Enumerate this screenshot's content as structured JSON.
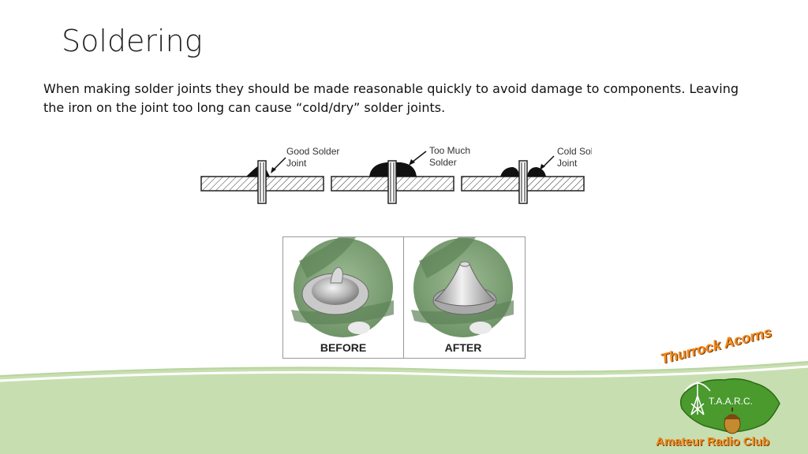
{
  "slide": {
    "title": "Soldering",
    "body": "When making solder joints they should be made reasonable quickly to avoid damage to components. Leaving the iron on the joint too long can cause “cold/dry” solder joints."
  },
  "diagram": {
    "labels": [
      {
        "line1": "Good Solder",
        "line2": "Joint"
      },
      {
        "line1": "Too Much",
        "line2": "Solder"
      },
      {
        "line1": "Cold Solder",
        "line2": "Joint"
      }
    ]
  },
  "photos": {
    "before_label": "BEFORE",
    "after_label": "AFTER"
  },
  "logo": {
    "top_text": "Thurrock Acorns",
    "mid_text": "T.A.A.R.C.",
    "bottom_text": "Amateur Radio Club",
    "icon": "acorn-icon"
  },
  "colors": {
    "band_green": "#c7dfb0",
    "logo_orange": "#f58a1f",
    "logo_green": "#4a9a2e"
  }
}
